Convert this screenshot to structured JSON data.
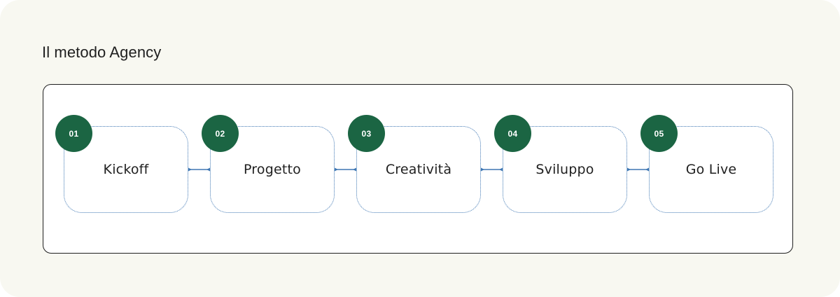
{
  "heading": "Il metodo Agency",
  "colors": {
    "background": "#f8f8f1",
    "panel_border": "#1f1f1f",
    "badge": "#1b6543",
    "connector": "#3f77b3"
  },
  "steps": [
    {
      "number": "01",
      "label": "Kickoff"
    },
    {
      "number": "02",
      "label": "Progetto"
    },
    {
      "number": "03",
      "label": "Creatività"
    },
    {
      "number": "04",
      "label": "Sviluppo"
    },
    {
      "number": "05",
      "label": "Go Live"
    }
  ]
}
